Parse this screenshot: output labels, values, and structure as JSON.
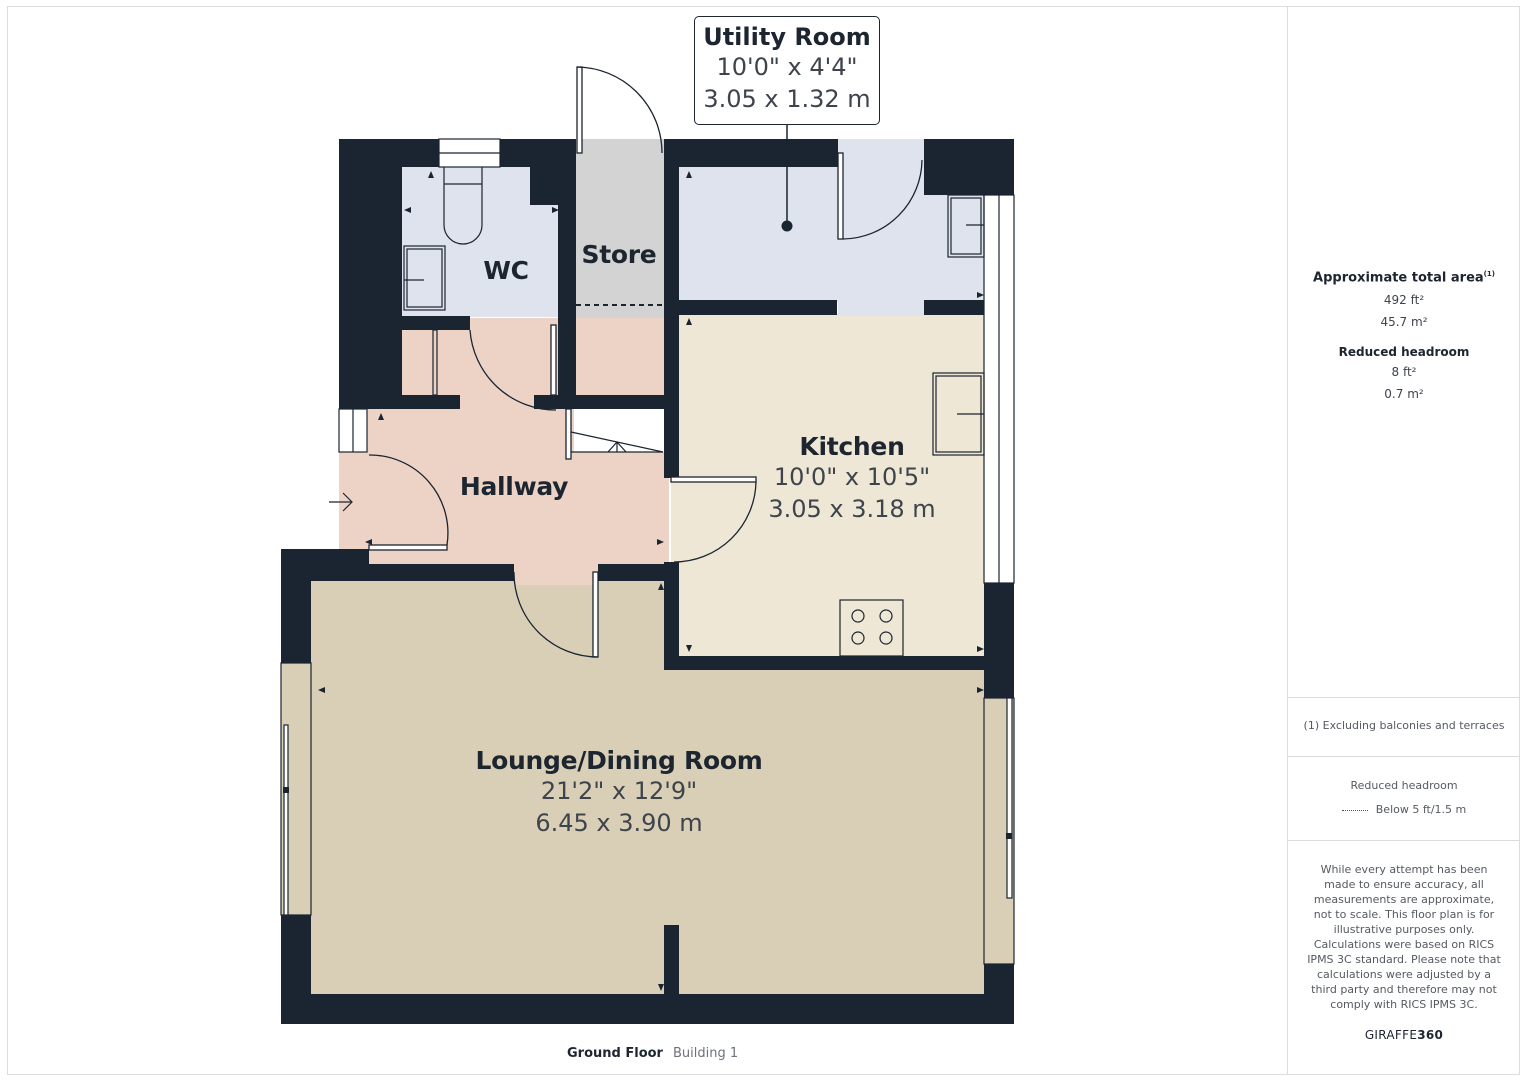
{
  "rooms": {
    "utility": {
      "name": "Utility Room",
      "imperial": "10'0\" x 4'4\"",
      "metric": "3.05 x 1.32 m"
    },
    "wc": {
      "name": "WC"
    },
    "store": {
      "name": "Store"
    },
    "kitchen": {
      "name": "Kitchen",
      "imperial": "10'0\" x 10'5\"",
      "metric": "3.05 x 3.18 m"
    },
    "hallway": {
      "name": "Hallway"
    },
    "lounge": {
      "name": "Lounge/Dining Room",
      "imperial": "21'2\" x 12'9\"",
      "metric": "6.45 x 3.90 m"
    }
  },
  "footer": {
    "floor": "Ground Floor",
    "building": "Building 1"
  },
  "sidebar": {
    "total_area_title": "Approximate total area",
    "total_area_footnote_mark": "(1)",
    "total_area_ft": "492 ft²",
    "total_area_m": "45.7 m²",
    "reduced_headroom_title": "Reduced headroom",
    "reduced_headroom_ft": "8 ft²",
    "reduced_headroom_m": "0.7 m²",
    "footnote": "(1) Excluding balconies and terraces",
    "legend_title": "Reduced headroom",
    "legend_item": "Below 5 ft/1.5 m",
    "disclaimer_1": "While every attempt has been made to ensure accuracy, all measurements are approximate, not to scale. This floor plan is for illustrative purposes only.",
    "disclaimer_2": "Calculations were based on RICS IPMS 3C standard. Please note that calculations were adjusted by a third party and therefore may not comply with RICS IPMS 3C.",
    "brand_light": "GIRAFFE",
    "brand_bold": "360"
  },
  "colors": {
    "wall": "#1b2431",
    "utility_wc": "#dfe3ee",
    "store": "#d3d3d3",
    "kitchen": "#efe7d6",
    "hallway": "#ecd3c5",
    "lounge": "#d9cfb6"
  }
}
